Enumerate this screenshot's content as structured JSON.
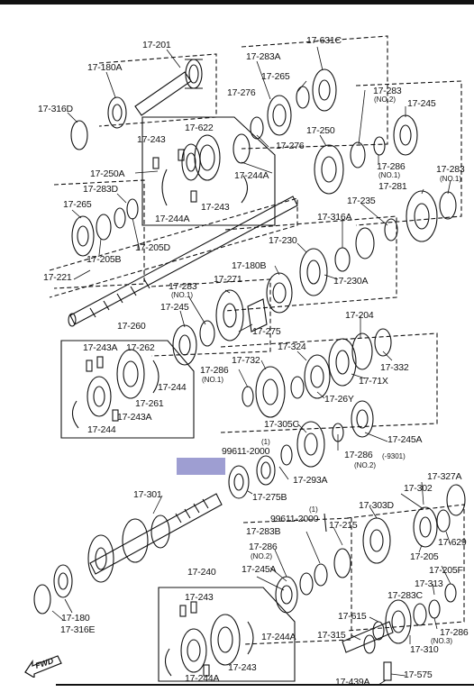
{
  "labels": {
    "p17_201": "17-201",
    "p17_180A": "17-180A",
    "p17_316D": "17-316D",
    "p17_243_a": "17-243",
    "p17_622": "17-622",
    "p17_276_a": "17-276",
    "p17_276_b": "17-276",
    "p17_283A": "17-283A",
    "p17_265_a": "17-265",
    "p17_631C": "17-631C",
    "p17_283_n2a": "17-283",
    "no2_a": "(NO.2)",
    "p17_245_a": "17-245",
    "p17_250": "17-250",
    "p17_286_n1a": "17-286",
    "no1_a": "(NO.1)",
    "p17_283_n1a": "17-283",
    "no1_b": "(NO.1)",
    "p17_250A": "17-250A",
    "p17_244A_a": "17-244A",
    "p17_283D": "17-283D",
    "p17_243_b": "17-243",
    "p17_244A_b": "17-244A",
    "p17_281": "17-281",
    "p17_265_b": "17-265",
    "p17_235": "17-235",
    "p17_205D": "17-205D",
    "p17_205B": "17-205B",
    "p17_316A": "17-316A",
    "p17_230": "17-230",
    "p17_230A": "17-230A",
    "p17_180B": "17-180B",
    "p17_221": "17-221",
    "p17_283_n1b": "17-283",
    "no1_c": "(NO.1)",
    "p17_271": "17-271",
    "p17_245_b": "17-245",
    "p17_275": "17-275",
    "p17_204": "17-204",
    "p17_260": "17-260",
    "p17_324": "17-324",
    "p17_243A_a": "17-243A",
    "p17_262": "17-262",
    "p17_732": "17-732",
    "p17_332": "17-332",
    "p17_286_n1b": "17-286",
    "no1_d": "(NO.1)",
    "p17_71X": "17-71X",
    "p17_244_a": "17-244",
    "p17_261": "17-261",
    "p17_26Y": "17-26Y",
    "p17_243A_b": "17-243A",
    "p17_305C": "17-305C",
    "p17_245A": "17-245A",
    "p17_244_b": "17-244",
    "p99611_a": "99611-2000",
    "p99611_a_qty": "(1)",
    "p17_286_n2a": "17-286",
    "p17_286_n2a_note": "(-9301)",
    "no2_b": "(NO.2)",
    "p17_293A": "17-293A",
    "p17_275B": "17-275B",
    "p17_327A": "17-327A",
    "p17_301": "17-301",
    "p17_303D": "17-303D",
    "p17_302": "17-302",
    "p99611_b_qty": "(1)",
    "p99611_b": "99611-2000",
    "p17_215": "17-215",
    "p17_283B": "17-283B",
    "p17_286_n2b": "17-286",
    "no2_c": "(NO.2)",
    "p17_629": "17-629",
    "p17_205": "17-205",
    "p17_245A_b": "17-245A",
    "p17_240": "17-240",
    "p17_205F": "17-205F",
    "p17_313": "17-313",
    "p17_243_c": "17-243",
    "p17_283C": "17-283C",
    "p17_180": "17-180",
    "p17_316E": "17-316E",
    "p17_615": "17-615",
    "p17_244A_c": "17-244A",
    "p17_286_n3": "17-286",
    "no3": "(NO.3)",
    "p17_315": "17-315",
    "p17_310": "17-310",
    "p17_243_d": "17-243",
    "p17_244A_d": "17-244A",
    "p17_439A": "17-439A",
    "p17_575": "17-575"
  },
  "fwd_label": "FWD",
  "colors": {
    "ink": "#111111",
    "highlight": "#9e9ed2"
  }
}
